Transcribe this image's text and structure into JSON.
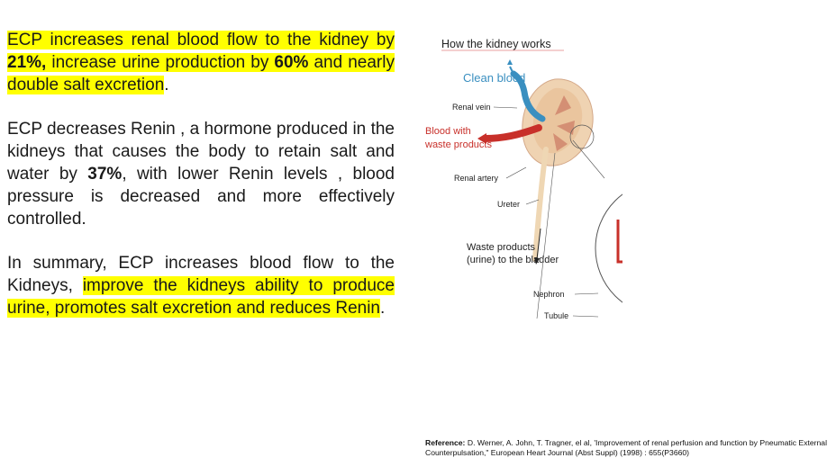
{
  "paragraph1": {
    "part1": "ECP increases renal blood flow to the kidney by ",
    "bold1": "21%,",
    "part2": " increase urine production by ",
    "bold2": "60%",
    "part3": " and nearly double salt excretion",
    "part4": "."
  },
  "paragraph2": {
    "part1": "ECP decreases Renin , a hormone produced in the kidneys that causes the body to retain salt and water by ",
    "bold1": "37%",
    "part2": ", with lower Renin levels , blood pressure is decreased and more effectively controlled."
  },
  "paragraph3": {
    "plain": "In summary, ECP increases blood flow to the Kidneys, ",
    "highlight": "improve the kidneys ability to produce urine, promotes salt excretion and reduces Renin",
    "end": "."
  },
  "figure": {
    "title": "How the kidney works",
    "clean_blood": "Clean blood",
    "renal_vein": "Renal vein",
    "blood_waste_line1": "Blood with",
    "blood_waste_line2": "waste products",
    "renal_artery": "Renal artery",
    "ureter": "Ureter",
    "waste_line1": "Waste products",
    "waste_line2": "(urine) to the bladder",
    "nephron": "Nephron",
    "tubule": "Tubule",
    "colors": {
      "blue_label": "#3a8fc0",
      "red_label": "#c8302a"
    }
  },
  "reference": {
    "label": "Reference:",
    "text": " D. Werner, A. John, T. Tragner, el al, 'Improvement of renal perfusion and function by Pneumatic External Counterpulsation,\" European Heart Journal (Abst Suppl) (1998) : 655(P3660)"
  }
}
